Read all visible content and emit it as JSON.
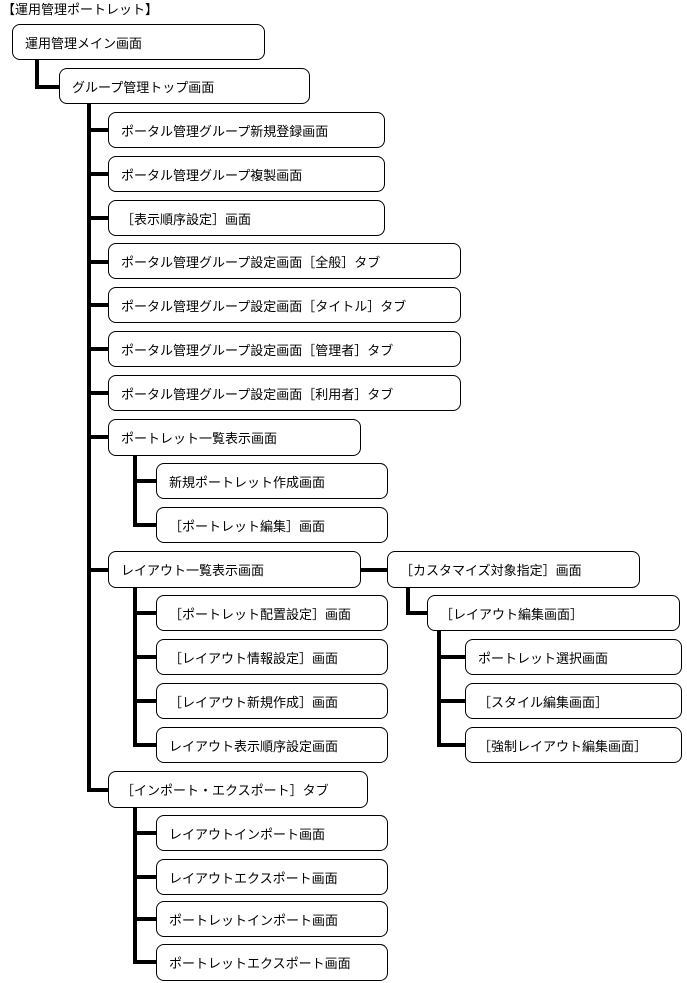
{
  "title": "【運用管理ポートレット】",
  "nodes": {
    "main": "運用管理メイン画面",
    "group_top": "グループ管理トップ画面",
    "group_new": "ポータル管理グループ新規登録画面",
    "group_copy": "ポータル管理グループ複製画面",
    "display_order": "［表示順序設定］画面",
    "tab_general": "ポータル管理グループ設定画面［全般］タブ",
    "tab_title": "ポータル管理グループ設定画面［タイトル］タブ",
    "tab_admin": "ポータル管理グループ設定画面［管理者］タブ",
    "tab_user": "ポータル管理グループ設定画面［利用者］タブ",
    "portlet_list": "ポートレット一覧表示画面",
    "portlet_new": "新規ポートレット作成画面",
    "portlet_edit": "［ポートレット編集］画面",
    "layout_list": "レイアウト一覧表示画面",
    "custom_target": "［カスタマイズ対象指定］画面",
    "layout_edit": "［レイアウト編集画面］",
    "portlet_select": "ポートレット選択画面",
    "style_edit": "［スタイル編集画面］",
    "forced_layout_edit": "［強制レイアウト編集画面］",
    "portlet_placement": "［ポートレット配置設定］画面",
    "layout_info": "［レイアウト情報設定］画面",
    "layout_new": "［レイアウト新規作成］画面",
    "layout_order": "レイアウト表示順序設定画面",
    "import_export_tab": "［インポート・エクスポート］タブ",
    "layout_import": "レイアウトインポート画面",
    "layout_export": "レイアウトエクスポート画面",
    "portlet_import": "ポートレットインポート画面",
    "portlet_export": "ポートレットエクスポート画面"
  }
}
